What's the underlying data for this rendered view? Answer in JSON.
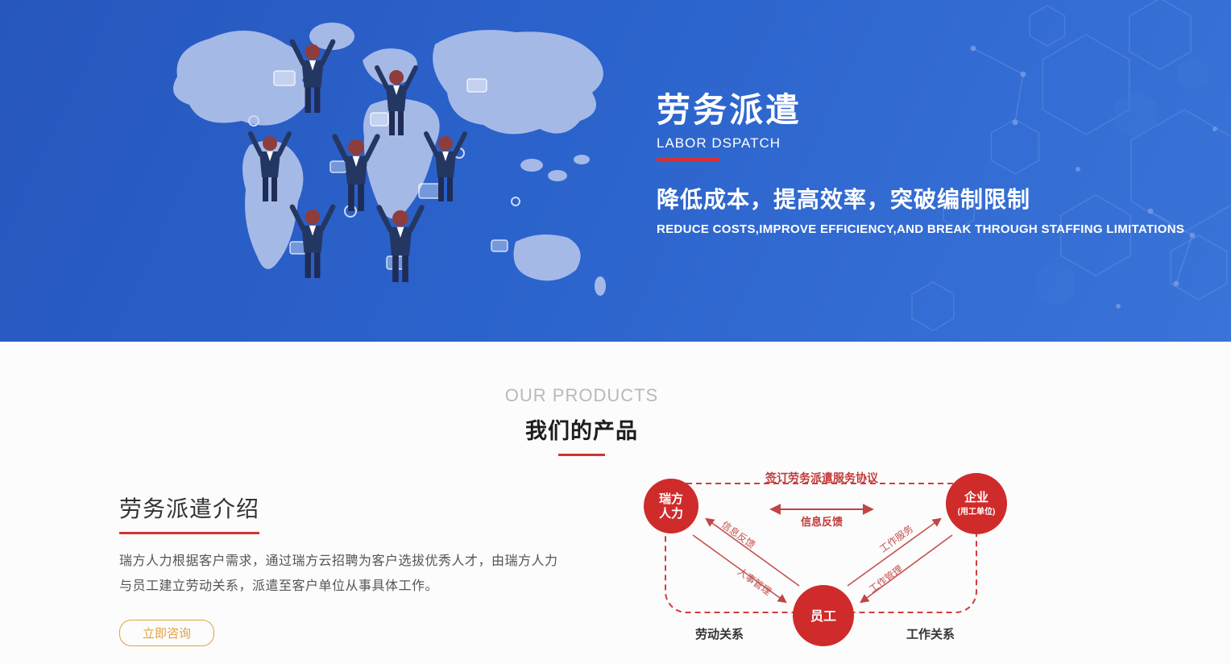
{
  "hero": {
    "title": "劳务派遣",
    "subtitle": "LABOR DSPATCH",
    "tagline": "降低成本，提高效率，突破编制限制",
    "tagline_en": "REDUCE COSTS,IMPROVE EFFICIENCY,AND BREAK THROUGH STAFFING LIMITATIONS"
  },
  "products": {
    "eyebrow": "OUR PRODUCTS",
    "title": "我们的产品"
  },
  "intro": {
    "title": "劳务派遣介绍",
    "body": "瑞方人力根据客户需求，通过瑞方云招聘为客户选拔优秀人才，由瑞方人力与员工建立劳动关系，派遣至客户单位从事具体工作。",
    "cta_label": "立即咨询"
  },
  "diagram": {
    "agreement_label": "签订劳务派遣服务协议",
    "feedback_label": "信息反馈",
    "agency_line1": "瑞方",
    "agency_line2": "人力",
    "company_line1": "企业",
    "company_line2": "(用工单位)",
    "employee_label": "员工",
    "left_upper_label": "信息反馈",
    "left_lower_label": "人事管理",
    "right_upper_label": "工作服务",
    "right_lower_label": "工作管理",
    "bottom_left_label": "劳动关系",
    "bottom_right_label": "工作关系"
  },
  "colors": {
    "hero_background": "#2b63cc",
    "accent_red": "#d23333",
    "node_red": "#cf2b2b",
    "cta_orange": "#e2a13c",
    "map_light_blue": "#a5b9e7"
  }
}
